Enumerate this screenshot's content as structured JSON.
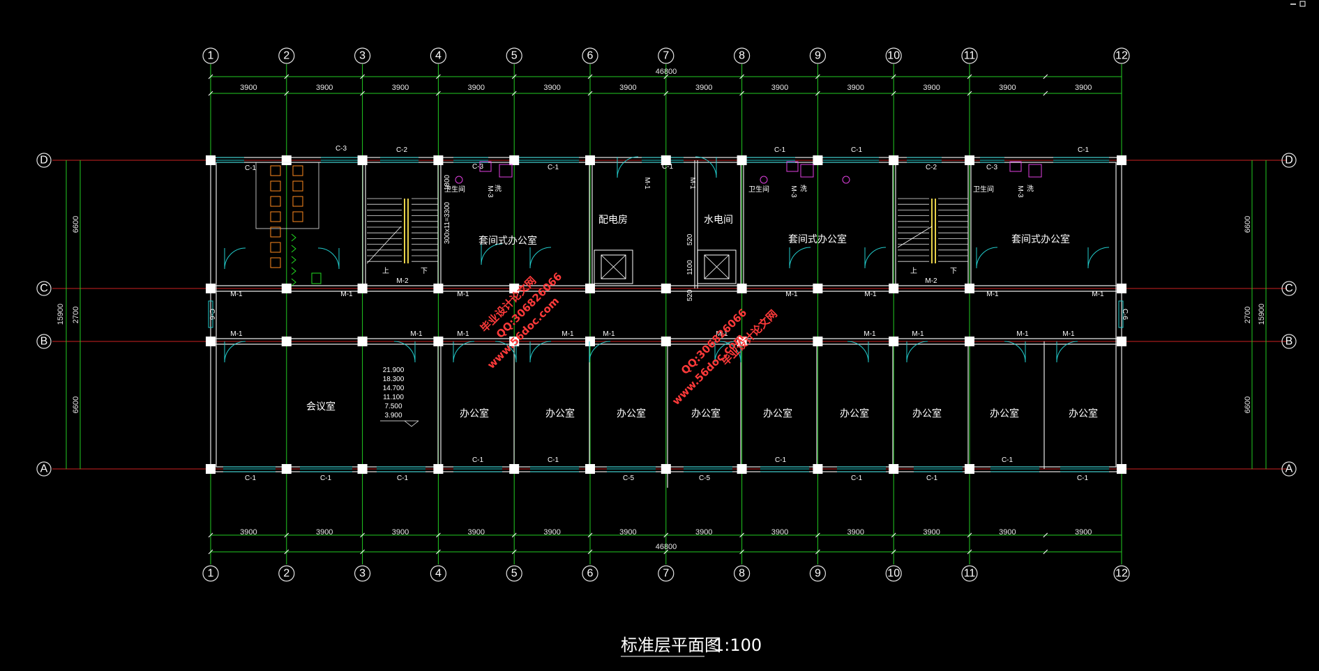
{
  "drawing": {
    "title": "标准层平面图",
    "scale": "1:100",
    "axes_numbers": [
      "1",
      "2",
      "3",
      "4",
      "5",
      "6",
      "7",
      "8",
      "9",
      "10",
      "11",
      "12"
    ],
    "axes_letters": [
      "D",
      "C",
      "B",
      "A"
    ],
    "bay_dims": [
      "3900",
      "3900",
      "3900",
      "3900",
      "3900",
      "3900",
      "3900",
      "3900",
      "3900",
      "3900",
      "3900",
      "3900"
    ],
    "total_dim": "46800",
    "left_dims": {
      "total": "15900",
      "top": "6600",
      "mid": "2700",
      "bottom": "6600"
    },
    "right_dims": {
      "total": "15900",
      "top": "6600",
      "mid": "2700",
      "bottom": "6600"
    },
    "rooms": {
      "suite_office_1": "套间式办公室",
      "suite_office_2": "套间式办公室",
      "suite_office_3": "套间式办公室",
      "power_room": "配电房",
      "water_room": "水电间",
      "meeting_room": "会议室",
      "office": "办公室",
      "toilet": "卫生间",
      "wash": "洗"
    },
    "elevations": [
      "21.900",
      "18.300",
      "14.700",
      "11.100",
      "7.500",
      "3.900"
    ],
    "stair_dim": "300x11=3300",
    "stair_dim_small": "1800",
    "stair_up": "上",
    "stair_down": "下",
    "elevator_dims": [
      "520",
      "1100",
      "520"
    ],
    "windows": {
      "c1": "C-1",
      "c2": "C-2",
      "c3": "C-3",
      "c5": "C-5",
      "c6": "C-6"
    },
    "doors": {
      "m1": "M-1",
      "m2": "M-2",
      "m3": "M-3"
    },
    "watermark": {
      "site": "www.56doc.com",
      "qq": "QQ:306826066",
      "name": "毕业设计论文网"
    },
    "colors": {
      "axis_grid": "#cc2222",
      "dimension": "#22cc22",
      "window": "#22cccc",
      "wall": "#e8e8e8",
      "watermark": "#ff3a3a"
    }
  }
}
